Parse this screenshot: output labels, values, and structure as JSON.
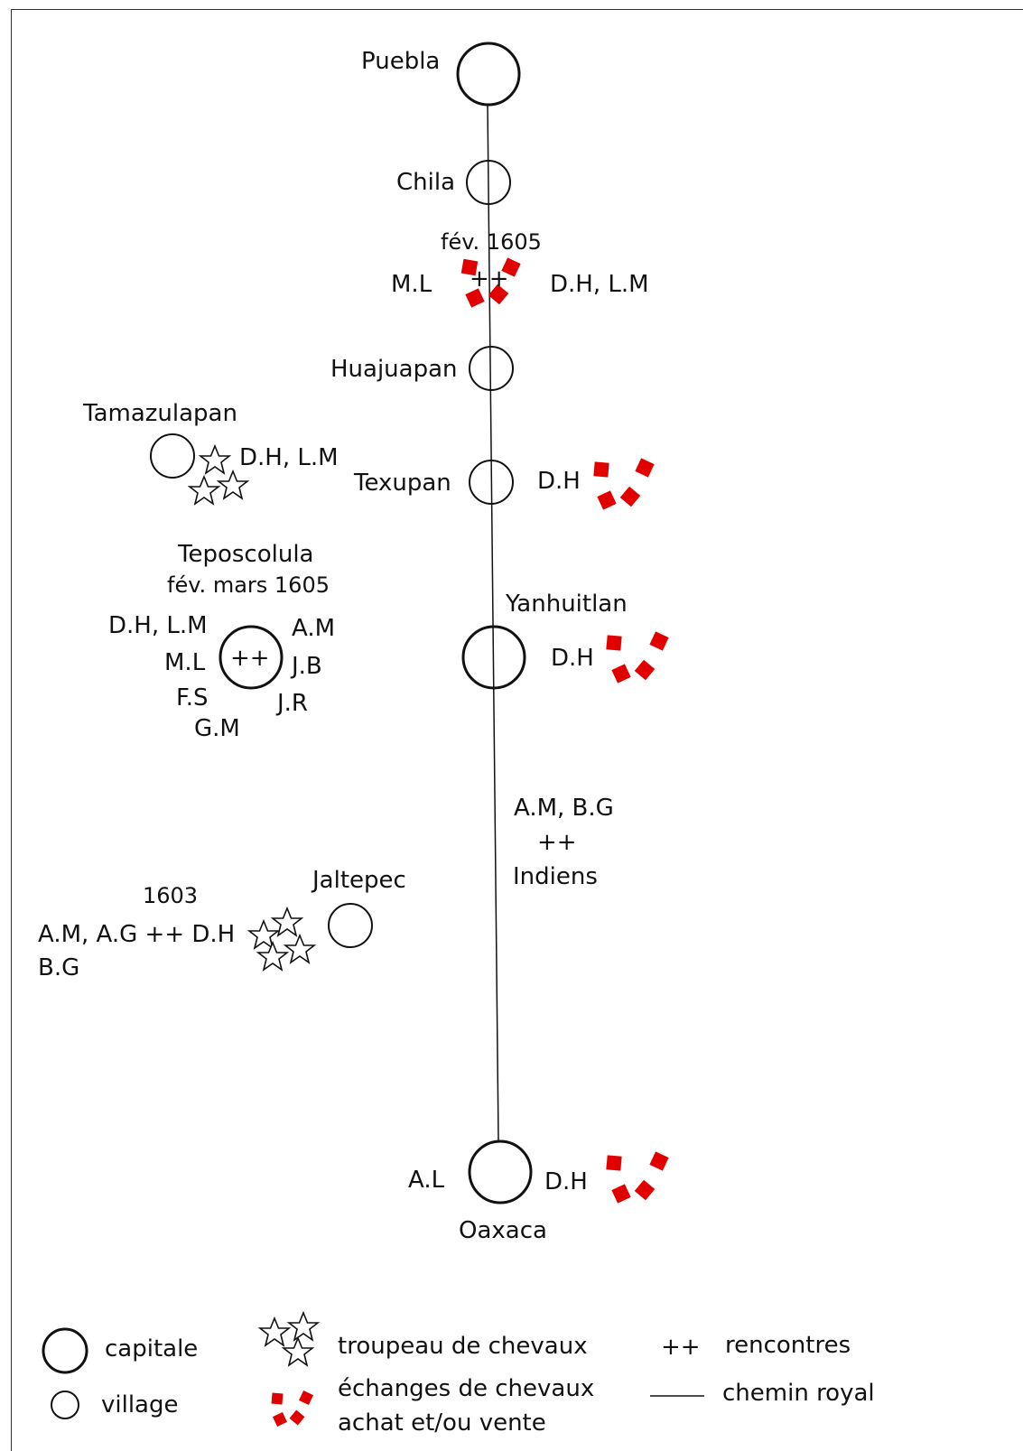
{
  "colors": {
    "exchange": "#e00000",
    "ink": "#111111"
  },
  "places": {
    "puebla": "Puebla",
    "chila": "Chila",
    "huajuapan": "Huajuapan",
    "tamazulapan": "Tamazulapan",
    "texupan": "Texupan",
    "teposcolula": "Teposcolula",
    "yanhuitlan": "Yanhuitlan",
    "jaltepec": "Jaltepec",
    "oaxaca": "Oaxaca"
  },
  "annotations": {
    "chila_date": "fév. 1605",
    "chila_left": "M.L",
    "chila_meet": "++",
    "chila_right": "D.H, L.M",
    "tamazulapan_people": "D.H, L.M",
    "texupan_people": "D.H",
    "teposcolula_date": "fév. mars 1605",
    "tepo_dh_lm": "D.H, L.M",
    "tepo_am": "A.M",
    "tepo_ml": "M.L",
    "tepo_meet": "++",
    "tepo_jb": "J.B",
    "tepo_fs": "F.S",
    "tepo_jr": "J.R",
    "tepo_gm": "G.M",
    "yanhuitlan_people": "D.H",
    "road_people": "A.M, B.G",
    "road_meet": "++",
    "road_indiens": "Indiens",
    "jaltepec_year": "1603",
    "jaltepec_people": "A.M, A.G ++ D.H",
    "jaltepec_bg": "B.G",
    "oaxaca_left": "A.L",
    "oaxaca_right": "D.H"
  },
  "legend": {
    "capitale": "capitale",
    "village": "village",
    "herd": "troupeau de chevaux",
    "exchange_line1": "échanges de chevaux",
    "exchange_line2": "achat et/ou vente",
    "meet_symbol": "++",
    "meet": "rencontres",
    "road": "chemin royal"
  }
}
